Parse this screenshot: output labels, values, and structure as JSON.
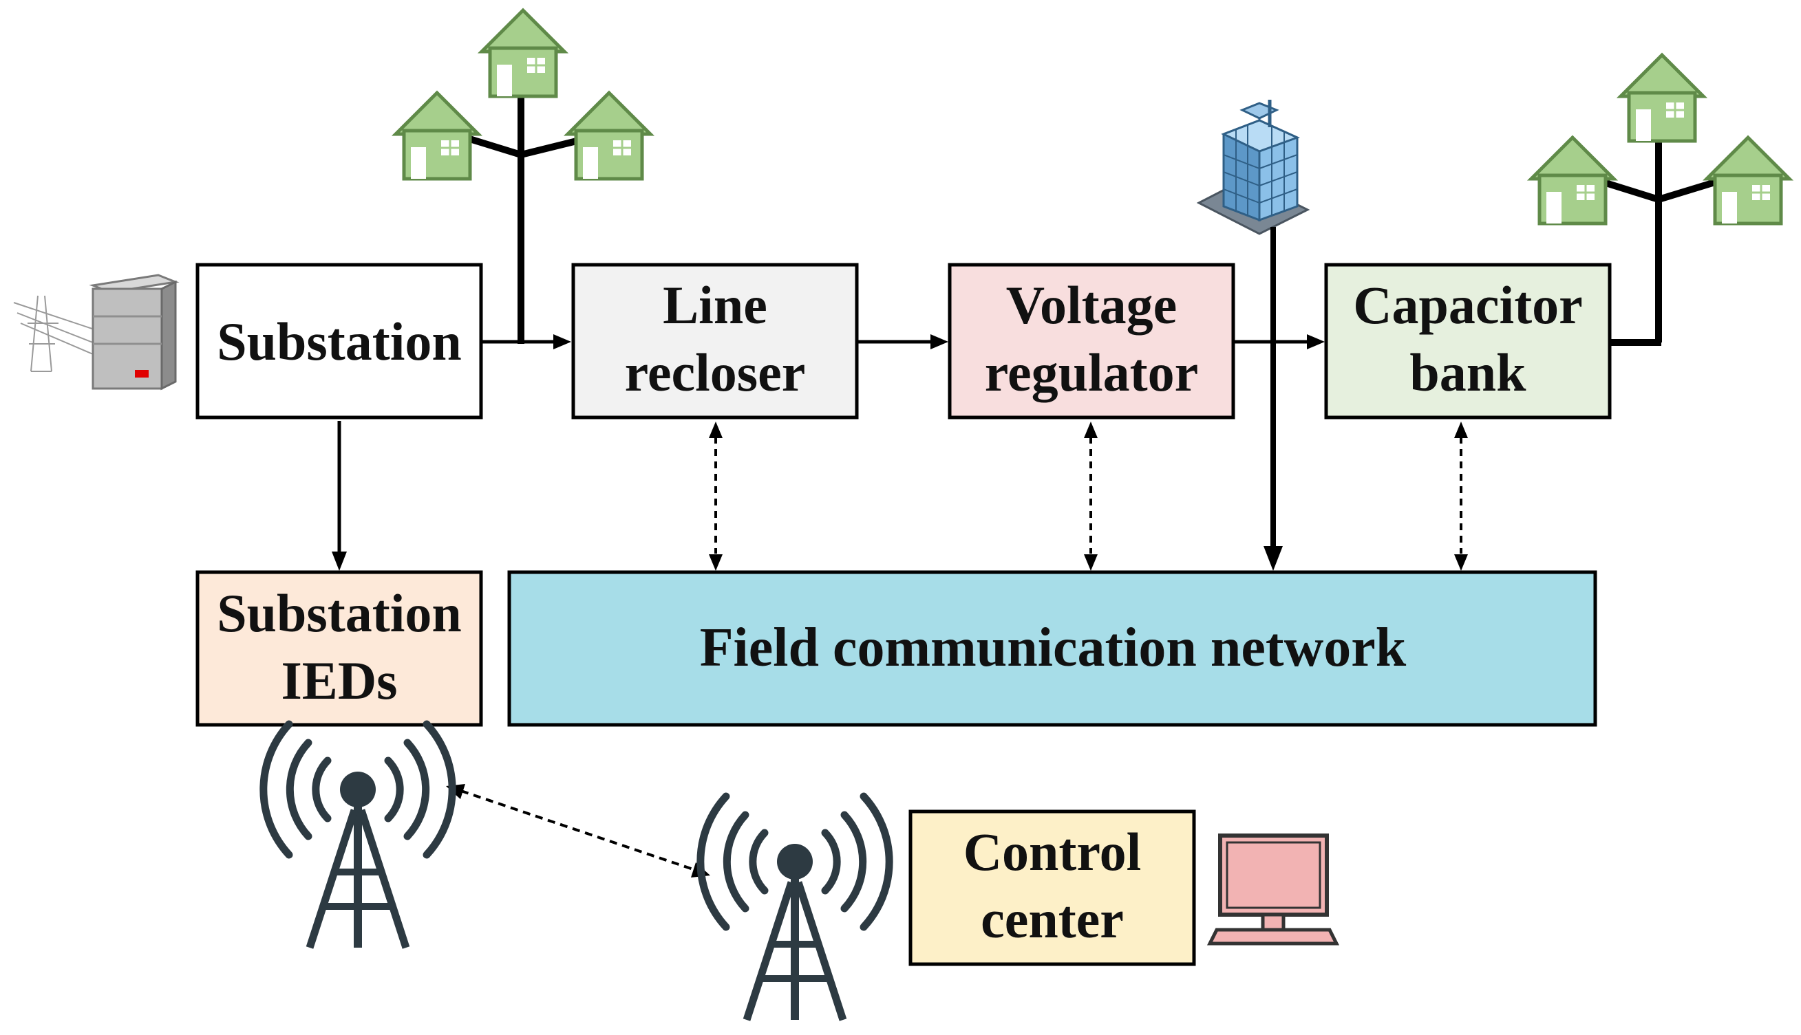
{
  "diagram": {
    "boxes": {
      "substation": {
        "lines": [
          "Substation"
        ],
        "fill": "#ffffff"
      },
      "line_recloser": {
        "lines": [
          "Line",
          "recloser"
        ],
        "fill": "#f2f2f2"
      },
      "voltage_regulator": {
        "lines": [
          "Voltage",
          "regulator"
        ],
        "fill": "#f8dede"
      },
      "capacitor_bank": {
        "lines": [
          "Capacitor",
          "bank"
        ],
        "fill": "#e6f0de"
      },
      "substation_ieds": {
        "lines": [
          "Substation",
          "IEDs"
        ],
        "fill": "#fde9d9"
      },
      "field_network": {
        "lines": [
          "Field communication network"
        ],
        "fill": "#a7dde8"
      },
      "control_center": {
        "lines": [
          "Control",
          "center"
        ],
        "fill": "#fdf0c8"
      }
    },
    "colors": {
      "house_fill": "#a6cf8c",
      "house_stroke": "#5f8a48",
      "tower": "#2d3a42",
      "monitor_fill": "#f2b3b3",
      "building": "#6aa6d6",
      "line": "#000000"
    },
    "icons": [
      "substation-server-icon",
      "house-icon",
      "office-building-icon",
      "radio-tower-icon",
      "computer-monitor-icon"
    ]
  }
}
